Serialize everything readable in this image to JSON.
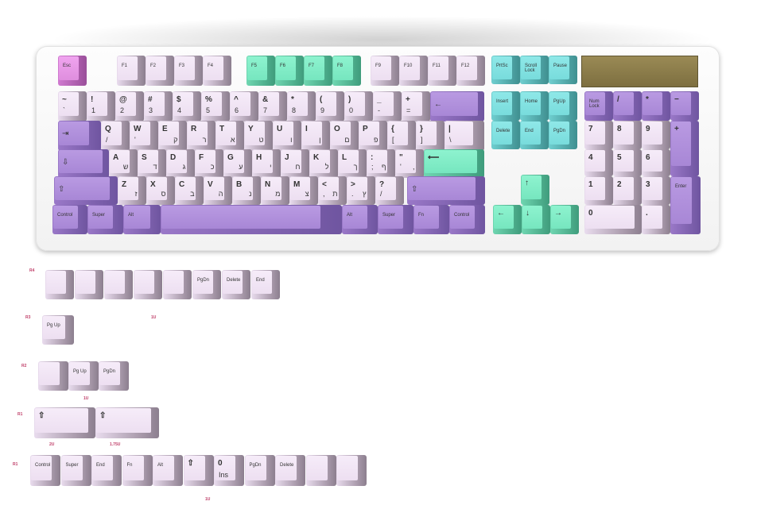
{
  "colors": {
    "lavender": "#eddff1",
    "purple": "#a887d6",
    "mint": "#7eecc4",
    "cyan": "#80dcdc",
    "pink": "#e08ee0",
    "lcd": "#8a7a45",
    "tag": "#c0406a"
  },
  "keyboard": {
    "function_row": [
      {
        "cap": "Esc"
      },
      {
        "cap": "F1"
      },
      {
        "cap": "F2"
      },
      {
        "cap": "F3"
      },
      {
        "cap": "F4"
      },
      {
        "cap": "F5"
      },
      {
        "cap": "F6"
      },
      {
        "cap": "F7"
      },
      {
        "cap": "F8"
      },
      {
        "cap": "F9"
      },
      {
        "cap": "F10"
      },
      {
        "cap": "F11"
      },
      {
        "cap": "F12"
      }
    ],
    "number_row": [
      {
        "tl": "~",
        "bl": "`"
      },
      {
        "tl": "!",
        "bl": "1"
      },
      {
        "tl": "@",
        "bl": "2"
      },
      {
        "tl": "#",
        "bl": "3"
      },
      {
        "tl": "$",
        "bl": "4"
      },
      {
        "tl": "%",
        "bl": "5"
      },
      {
        "tl": "^",
        "bl": "6"
      },
      {
        "tl": "&",
        "bl": "7"
      },
      {
        "tl": "*",
        "bl": "8"
      },
      {
        "tl": "(",
        "bl": "9"
      },
      {
        "tl": ")",
        "bl": "0"
      },
      {
        "tl": "_",
        "bl": "-"
      },
      {
        "tl": "+",
        "bl": "="
      },
      {
        "tl": "←"
      }
    ],
    "top_row": [
      {
        "tl": "⇥"
      },
      {
        "tl": "Q",
        "bl": "/"
      },
      {
        "tl": "W",
        "bl": "'"
      },
      {
        "tl": "E",
        "br": "ק"
      },
      {
        "tl": "R",
        "br": "ר"
      },
      {
        "tl": "T",
        "br": "א"
      },
      {
        "tl": "Y",
        "br": "ט"
      },
      {
        "tl": "U",
        "br": "ו"
      },
      {
        "tl": "I",
        "br": "ן"
      },
      {
        "tl": "O",
        "br": "ם"
      },
      {
        "tl": "P",
        "br": "פ"
      },
      {
        "tl": "{",
        "bl": "["
      },
      {
        "tl": "}",
        "bl": "]"
      },
      {
        "tl": "|",
        "bl": "\\"
      }
    ],
    "home_row": [
      {
        "tl": "⇩"
      },
      {
        "tl": "A",
        "br": "ש"
      },
      {
        "tl": "S",
        "br": "ד"
      },
      {
        "tl": "D",
        "br": "ג"
      },
      {
        "tl": "F",
        "br": "כ"
      },
      {
        "tl": "G",
        "br": "ע"
      },
      {
        "tl": "H",
        "br": "י"
      },
      {
        "tl": "J",
        "br": "ח"
      },
      {
        "tl": "K",
        "br": "ל"
      },
      {
        "tl": "L",
        "br": "ך"
      },
      {
        "tl": ":",
        "bl": ";",
        "br": "ף"
      },
      {
        "tl": "\"",
        "bl": "'",
        "br": ","
      },
      {
        "tl": "⟵"
      }
    ],
    "bottom_alpha_row": [
      {
        "tl": "⇧"
      },
      {
        "tl": "Z",
        "br": "ז"
      },
      {
        "tl": "X",
        "br": "ס"
      },
      {
        "tl": "C",
        "br": "ב"
      },
      {
        "tl": "V",
        "br": "ה"
      },
      {
        "tl": "B",
        "br": "נ"
      },
      {
        "tl": "N",
        "br": "מ"
      },
      {
        "tl": "M",
        "br": "צ"
      },
      {
        "tl": "<",
        "bl": ",",
        "br": "ת"
      },
      {
        "tl": ">",
        "bl": ".",
        "br": "ץ"
      },
      {
        "tl": "?",
        "bl": "/"
      },
      {
        "tl": "⇧"
      }
    ],
    "modifier_row": [
      {
        "cap": "Control"
      },
      {
        "cap": "Super"
      },
      {
        "cap": "Alt"
      },
      {
        "cap": ""
      },
      {
        "cap": "Alt"
      },
      {
        "cap": "Super"
      },
      {
        "cap": "Fn"
      },
      {
        "cap": "Control"
      }
    ],
    "nav_cluster": [
      {
        "cap": "PrtSc"
      },
      {
        "cap": "Scroll\nLock"
      },
      {
        "cap": "Pause"
      },
      {
        "cap": "Insert"
      },
      {
        "cap": "Home"
      },
      {
        "cap": "PgUp"
      },
      {
        "cap": "Delete"
      },
      {
        "cap": "End"
      },
      {
        "cap": "PgDn"
      }
    ],
    "arrows": [
      {
        "tl": "↑"
      },
      {
        "tl": "←"
      },
      {
        "tl": "↓"
      },
      {
        "tl": "→"
      }
    ],
    "numpad": [
      {
        "cap": "Num\nLock"
      },
      {
        "tl": "/"
      },
      {
        "tl": "*"
      },
      {
        "tl": "−"
      },
      {
        "tl": "7"
      },
      {
        "tl": "8"
      },
      {
        "tl": "9"
      },
      {
        "tl": "+"
      },
      {
        "tl": "4"
      },
      {
        "tl": "5"
      },
      {
        "tl": "6"
      },
      {
        "tl": "1"
      },
      {
        "tl": "2"
      },
      {
        "tl": "3"
      },
      {
        "cap": "Enter"
      },
      {
        "tl": "0"
      },
      {
        "tl": "."
      }
    ]
  },
  "extras": {
    "r4": [
      {
        "cap": ""
      },
      {
        "cap": ""
      },
      {
        "cap": ""
      },
      {
        "cap": ""
      },
      {
        "cap": ""
      },
      {
        "cap": "PgDn"
      },
      {
        "cap": "Delete"
      },
      {
        "cap": "End"
      }
    ],
    "r3": [
      {
        "cap": "Pg Up"
      }
    ],
    "r2": [
      {
        "cap": ""
      },
      {
        "cap": "Pg Up"
      },
      {
        "cap": "PgDn"
      }
    ],
    "r1_shift": [
      {
        "tl": "⇧"
      },
      {
        "tl": "⇧"
      }
    ],
    "r1": [
      {
        "cap": "Control"
      },
      {
        "cap": "Super"
      },
      {
        "cap": "End"
      },
      {
        "cap": "Fn"
      },
      {
        "cap": "Alt"
      },
      {
        "tl": "⇧"
      },
      {
        "tl": "0",
        "bl": "Ins"
      },
      {
        "cap": "PgDn"
      },
      {
        "cap": "Delete"
      },
      {
        "cap": ""
      },
      {
        "cap": ""
      }
    ]
  },
  "row_labels": [
    "R4",
    "R3",
    "R2",
    "R1",
    "R1"
  ],
  "size_labels": [
    "1U",
    "1U",
    "2U",
    "1.75U",
    "1U"
  ]
}
